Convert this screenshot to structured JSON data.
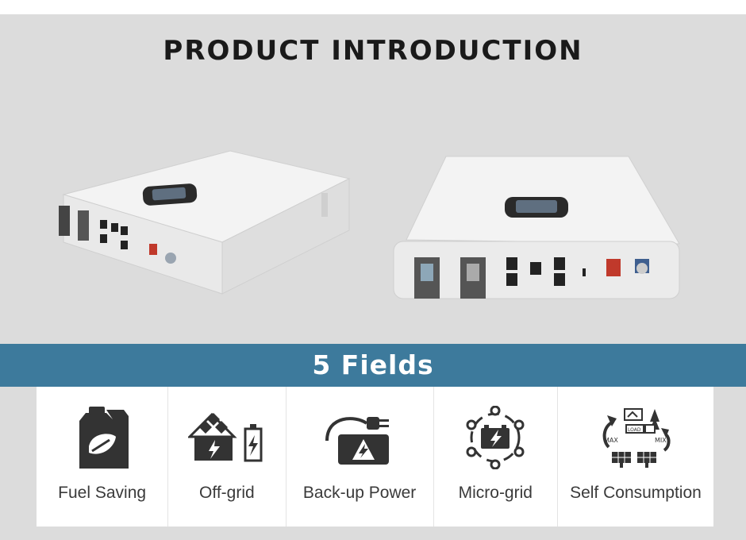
{
  "title": "PRODUCT INTRODUCTION",
  "banner": "5 Fields",
  "fields": [
    {
      "label": "Fuel Saving",
      "icon": "fuel-can-leaf-icon"
    },
    {
      "label": "Off-grid",
      "icon": "solar-house-battery-icon"
    },
    {
      "label": "Back-up Power",
      "icon": "plug-power-box-icon"
    },
    {
      "label": "Micro-grid",
      "icon": "microgrid-battery-network-icon"
    },
    {
      "label": "Self Consumption",
      "icon": "solar-load-tower-cycle-icon"
    }
  ],
  "self_consumption_icon_text": {
    "max": "MAX",
    "mix": "MIX",
    "load": "LOAD"
  },
  "colors": {
    "banner": "#3d7a9c",
    "background": "#dcdcdc",
    "icon": "#333333"
  }
}
